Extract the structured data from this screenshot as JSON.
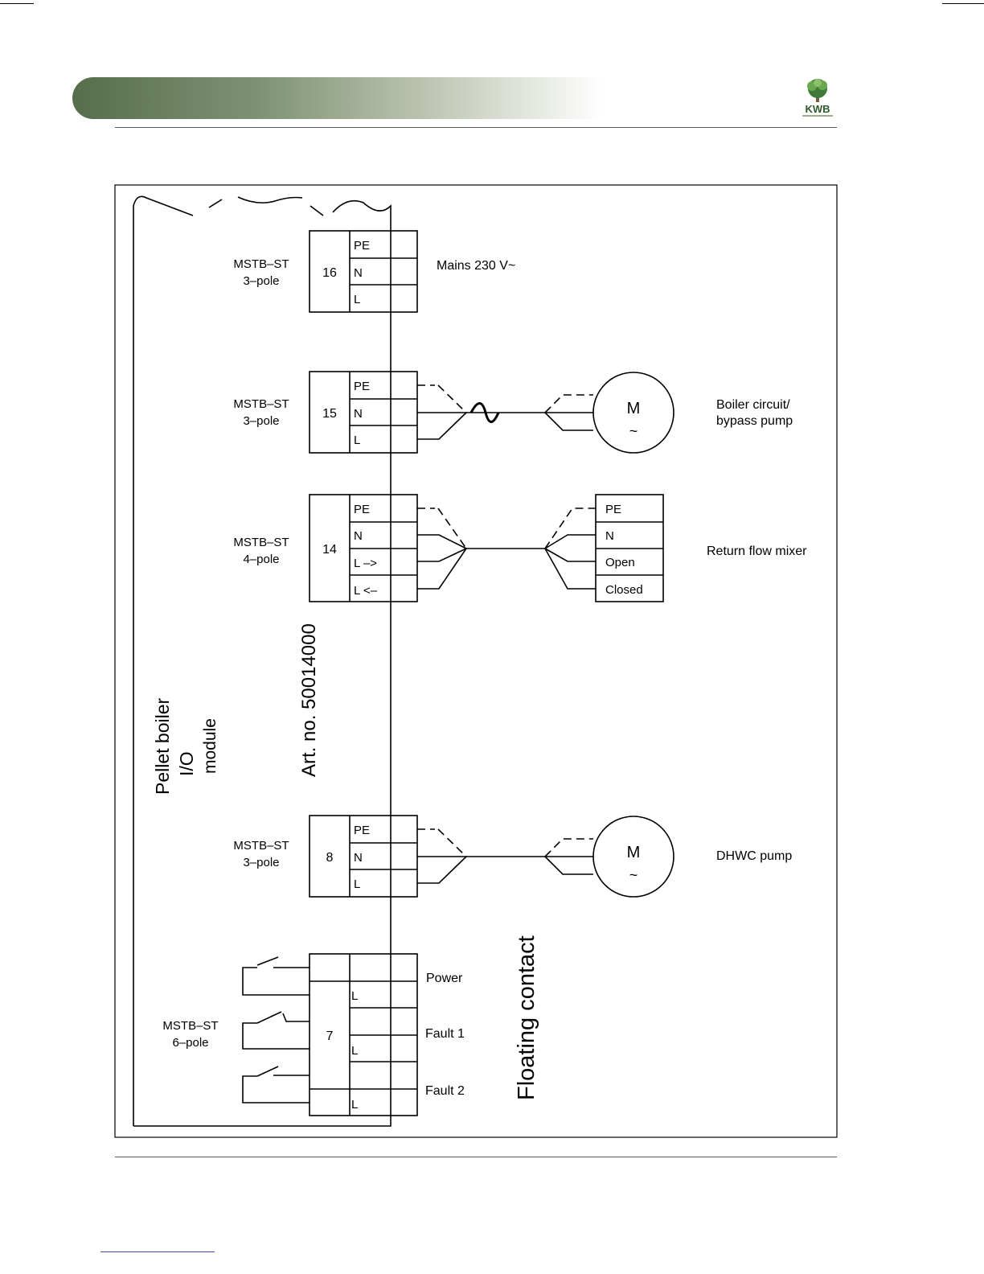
{
  "logo": {
    "text": "KWB"
  },
  "module": {
    "line1": "Pellet boiler",
    "line2": "I/O",
    "line3": "module"
  },
  "article": "Art. no. 50014000",
  "floating": "Floating contact",
  "terminals": [
    {
      "id": "16",
      "type": "MSTB–ST",
      "poles": "3–pole",
      "pins": [
        "PE",
        "N",
        "L"
      ],
      "device": "Mains 230 V~"
    },
    {
      "id": "15",
      "type": "MSTB–ST",
      "poles": "3–pole",
      "pins": [
        "PE",
        "N",
        "L"
      ],
      "device1": "Boiler circuit/",
      "device2": "bypass pump",
      "motor": "M",
      "motor_sym": "~"
    },
    {
      "id": "14",
      "type": "MSTB–ST",
      "poles": "4–pole",
      "pins": [
        "PE",
        "N",
        "L –>",
        "L <–"
      ],
      "device": "Return flow mixer",
      "mixer_pins": [
        "PE",
        "N",
        "Open",
        "Closed"
      ]
    },
    {
      "id": "8",
      "type": "MSTB–ST",
      "poles": "3–pole",
      "pins": [
        "PE",
        "N",
        "L"
      ],
      "device": "DHWC pump",
      "motor": "M",
      "motor_sym": "~"
    },
    {
      "id": "7",
      "type": "MSTB–ST",
      "poles": "6–pole",
      "pins": [
        "L",
        "L",
        "L"
      ],
      "contacts": [
        "Power",
        "Fault 1",
        "Fault 2"
      ]
    }
  ]
}
